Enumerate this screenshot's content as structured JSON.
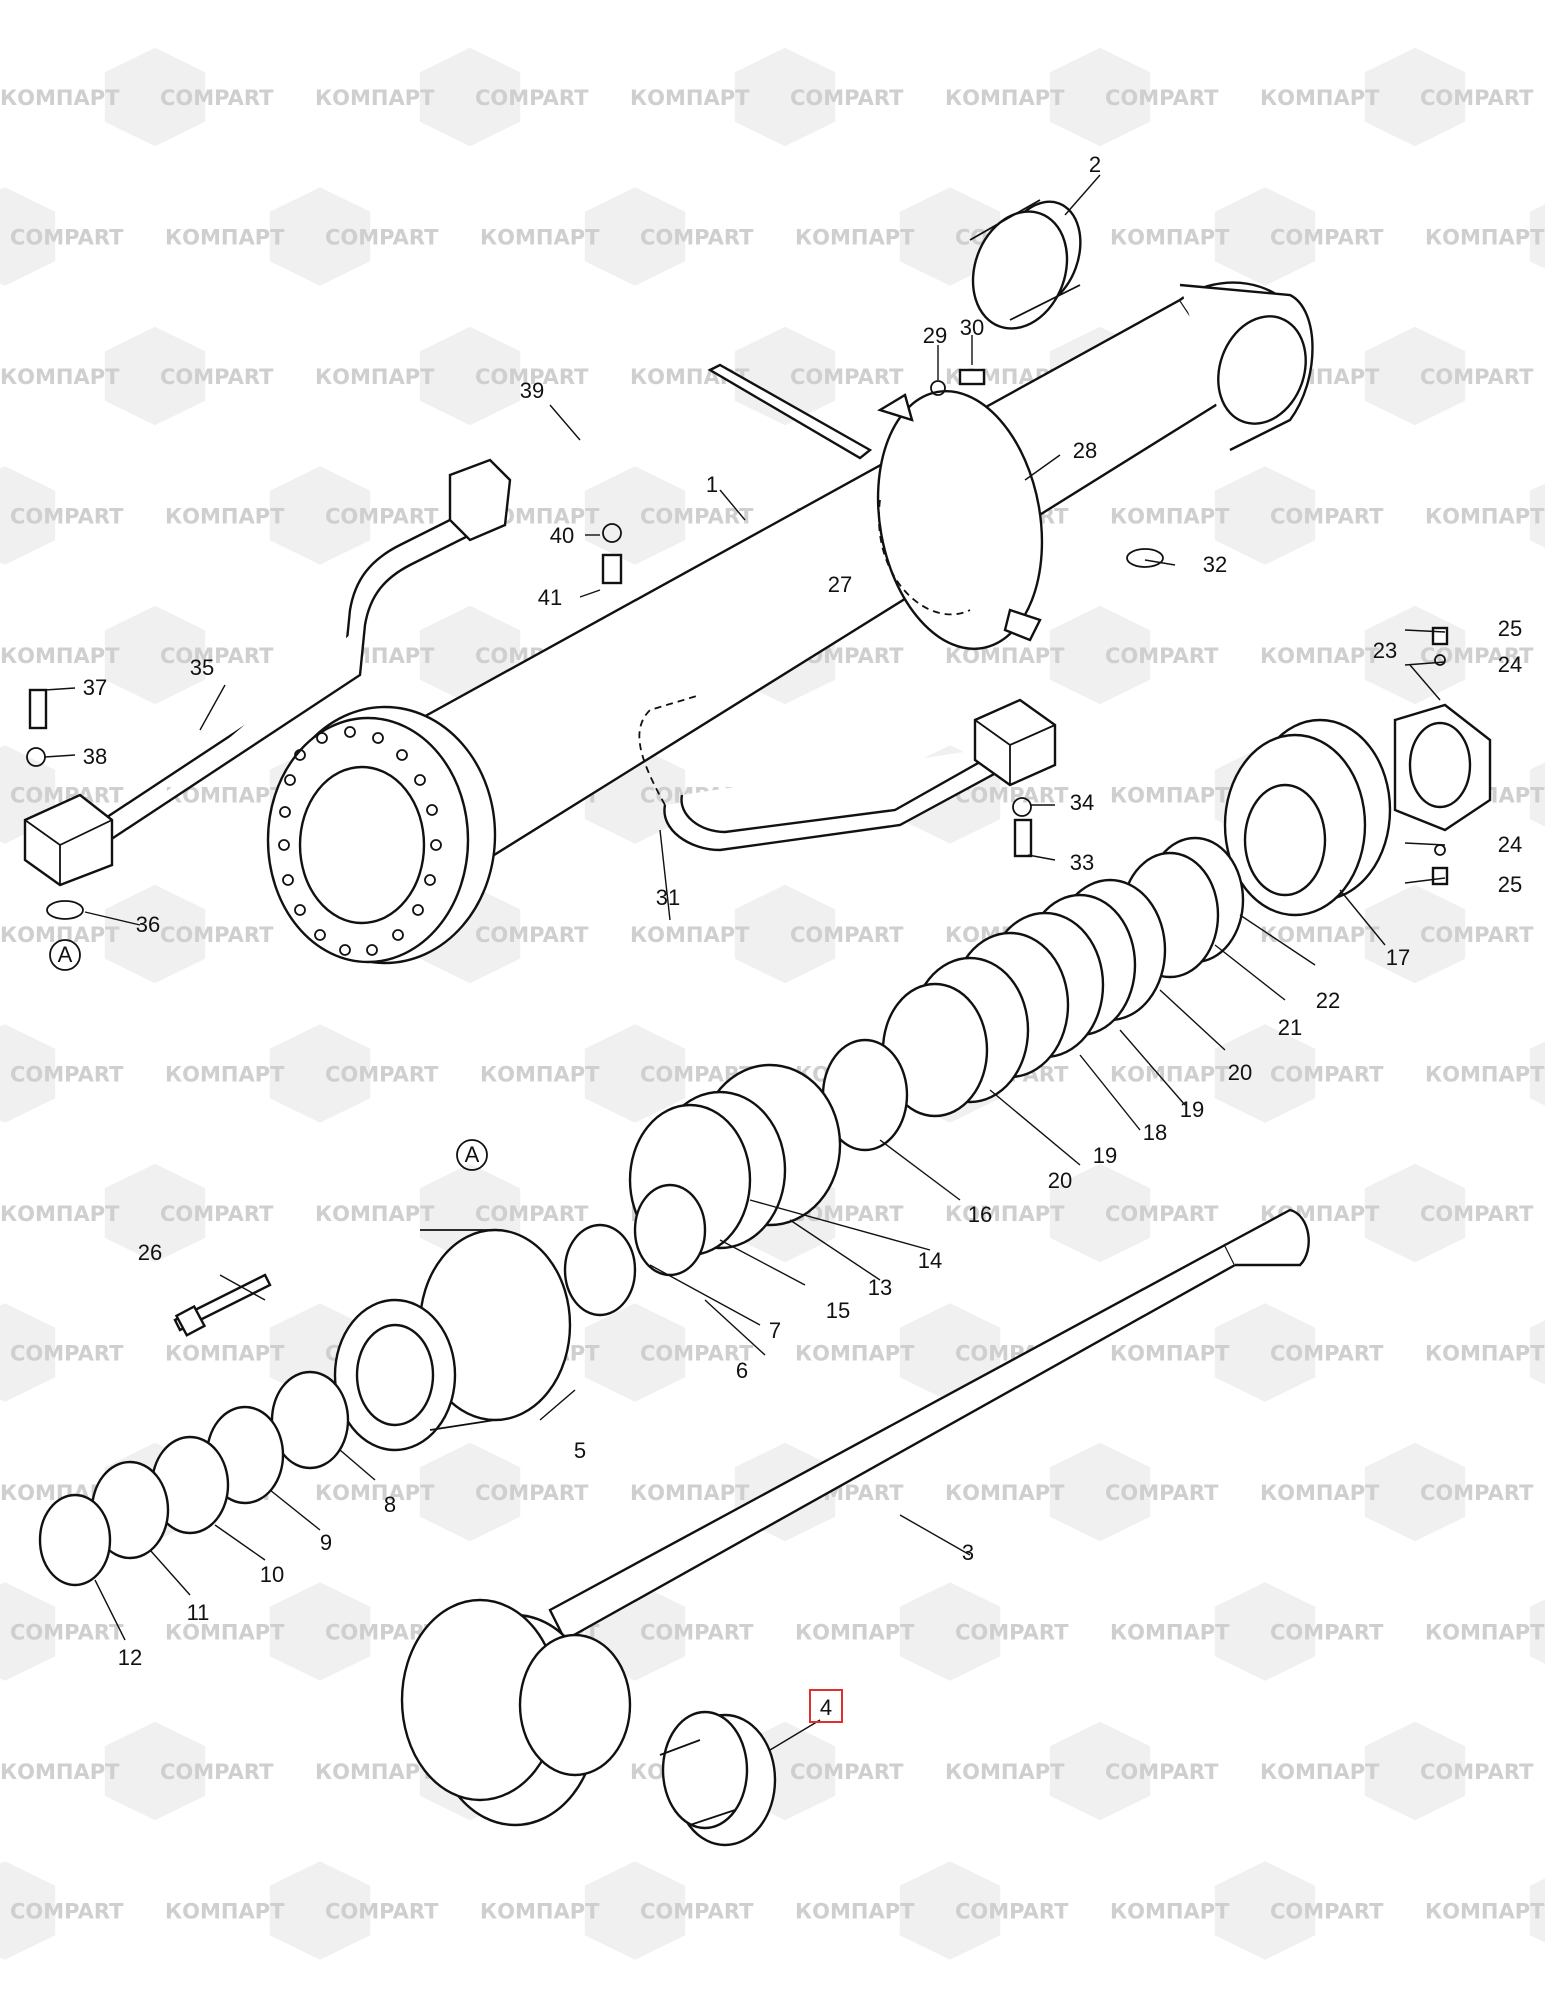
{
  "watermark": {
    "cyrillic": "КОМПАРТ",
    "latin": "COMPART"
  },
  "reference_marker": "A",
  "highlighted_part": "4",
  "part_labels": [
    "1",
    "2",
    "3",
    "4",
    "5",
    "6",
    "7",
    "8",
    "9",
    "10",
    "11",
    "12",
    "13",
    "14",
    "15",
    "16",
    "17",
    "18",
    "19",
    "19",
    "20",
    "20",
    "21",
    "22",
    "23",
    "24",
    "24",
    "25",
    "25",
    "26",
    "27",
    "28",
    "29",
    "30",
    "31",
    "32",
    "33",
    "34",
    "35",
    "36",
    "37",
    "38",
    "39",
    "40",
    "41"
  ],
  "colors": {
    "line": "#111111",
    "highlight": "#e03030",
    "watermark": "#cfcfcf"
  }
}
